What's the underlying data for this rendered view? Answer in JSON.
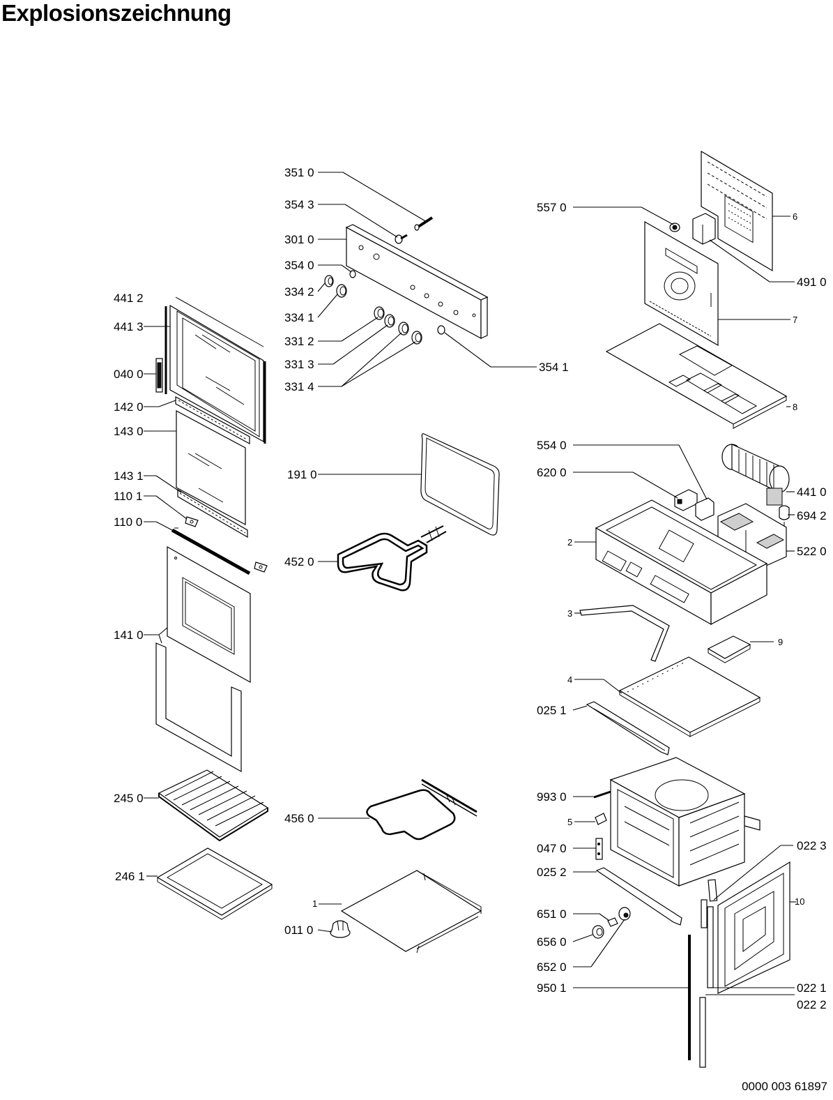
{
  "title": "Explosionszeichnung",
  "document_number": "0000 003 61897",
  "part_labels": {
    "p3510": "351 0",
    "p3543": "354 3",
    "p3010": "301 0",
    "p3540": "354 0",
    "p3342": "334 2",
    "p3341": "334 1",
    "p3312": "331 2",
    "p3313": "331 3",
    "p3314": "331 4",
    "p3541": "354 1",
    "p5570": "557 0",
    "p6": "6",
    "p4910": "491 0",
    "p7": "7",
    "p8": "8",
    "p4412": "441 2",
    "p4413": "441 3",
    "p0400": "040 0",
    "p1420": "142 0",
    "p1430": "143 0",
    "p1431": "143 1",
    "p1101": "110 1",
    "p1100": "110 0",
    "p1410": "141 0",
    "p1910": "191 0",
    "p4520": "452 0",
    "p5540": "554 0",
    "p6200": "620 0",
    "p4410": "441 0",
    "p6942": "694 2",
    "p2": "2",
    "p5220": "522 0",
    "p3": "3",
    "p9": "9",
    "p4": "4",
    "p0251": "025 1",
    "p2450": "245 0",
    "p4560": "456 0",
    "p9930": "993 0",
    "p5": "5",
    "p0470": "047 0",
    "p0223": "022 3",
    "p0252": "025 2",
    "p2461": "246 1",
    "p1": "1",
    "p10": "10",
    "p6510": "651 0",
    "p0110": "011 0",
    "p6560": "656 0",
    "p6520": "652 0",
    "p9501": "950 1",
    "p0221": "022 1",
    "p0222": "022 2"
  }
}
